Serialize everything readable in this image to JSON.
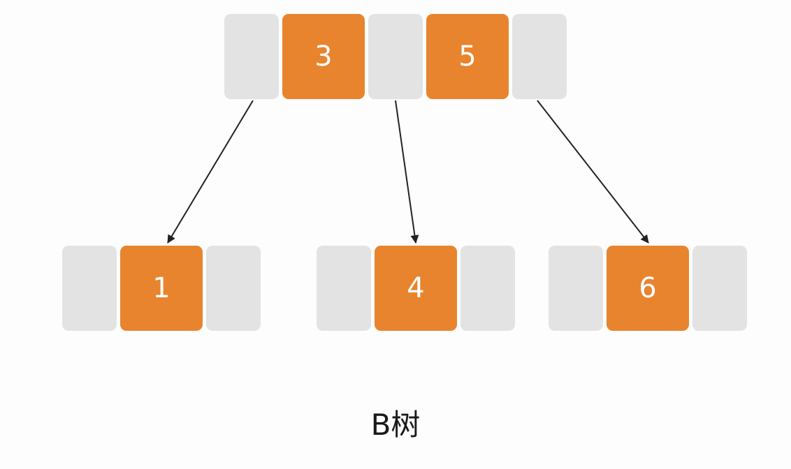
{
  "tree": {
    "root": {
      "keys": [
        "3",
        "5"
      ]
    },
    "children": [
      {
        "keys": [
          "1"
        ]
      },
      {
        "keys": [
          "4"
        ]
      },
      {
        "keys": [
          "6"
        ]
      }
    ]
  },
  "caption": "B树",
  "colors": {
    "key_fill": "#e8842e",
    "pointer_fill": "#e3e3e4",
    "key_text": "#ffffff",
    "edge": "#222222"
  }
}
